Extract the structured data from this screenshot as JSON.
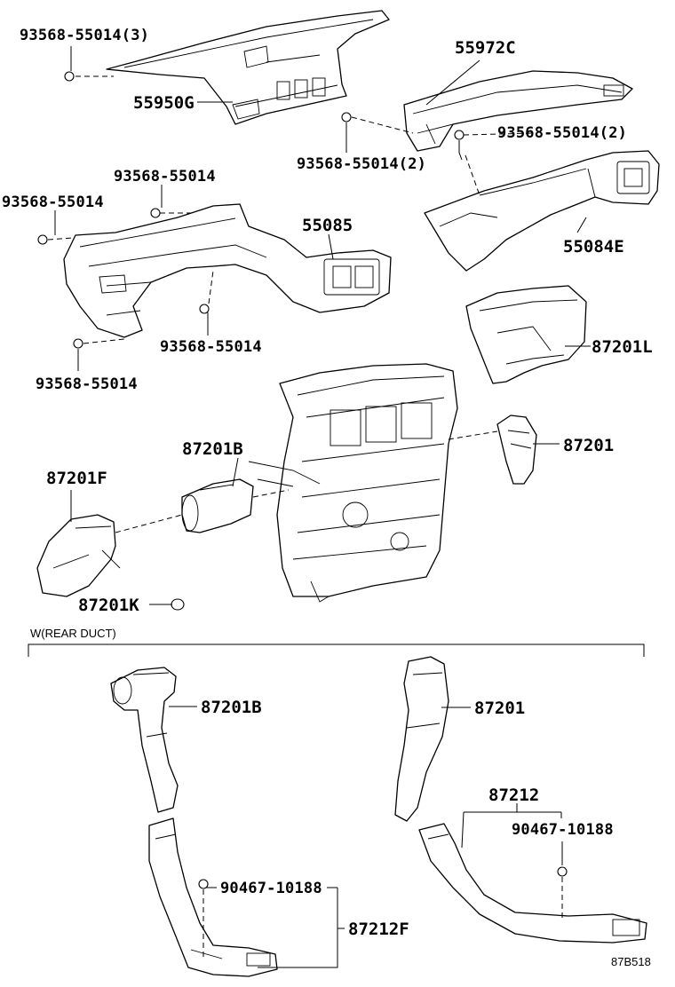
{
  "labels": {
    "l1": "93568-55014(3)",
    "l2": "55950G",
    "l3": "55972C",
    "l4": "93568-55014(2)",
    "l5": "93568-55014(2)",
    "l6": "93568-55014",
    "l7": "93568-55014",
    "l8": "55085",
    "l9": "55084E",
    "l10": "93568-55014",
    "l11": "93568-55014",
    "l12": "87201L",
    "l13": "87201B",
    "l14": "87201",
    "l15": "87201F",
    "l16": "87201K",
    "l17": "87201B",
    "l18": "87201",
    "l19": "87212",
    "l20": "90467-10188",
    "l21": "90467-10188",
    "l22": "87212F"
  },
  "section_note": "W(REAR DUCT)",
  "figure_code": "87B518"
}
